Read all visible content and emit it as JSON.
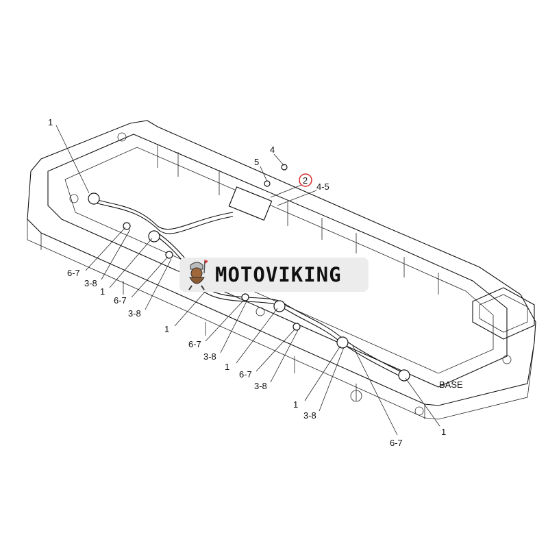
{
  "diagram": {
    "callouts": [
      {
        "label": "1"
      },
      {
        "label": "4"
      },
      {
        "label": "5"
      },
      {
        "label": "2",
        "highlighted": true
      },
      {
        "label": "4-5"
      },
      {
        "label": "6-7"
      },
      {
        "label": "3-8"
      },
      {
        "label": "1"
      },
      {
        "label": "6-7"
      },
      {
        "label": "3-8"
      },
      {
        "label": "1"
      },
      {
        "label": "6-7"
      },
      {
        "label": "3-8"
      },
      {
        "label": "1"
      },
      {
        "label": "6-7"
      },
      {
        "label": "3-8"
      },
      {
        "label": "1"
      },
      {
        "label": "3-8"
      },
      {
        "label": "1"
      },
      {
        "label": "6-7"
      }
    ],
    "base_label": "BASE",
    "highlight_color": "#d62a2a"
  },
  "watermark": {
    "text": "MOTOVIKING"
  }
}
